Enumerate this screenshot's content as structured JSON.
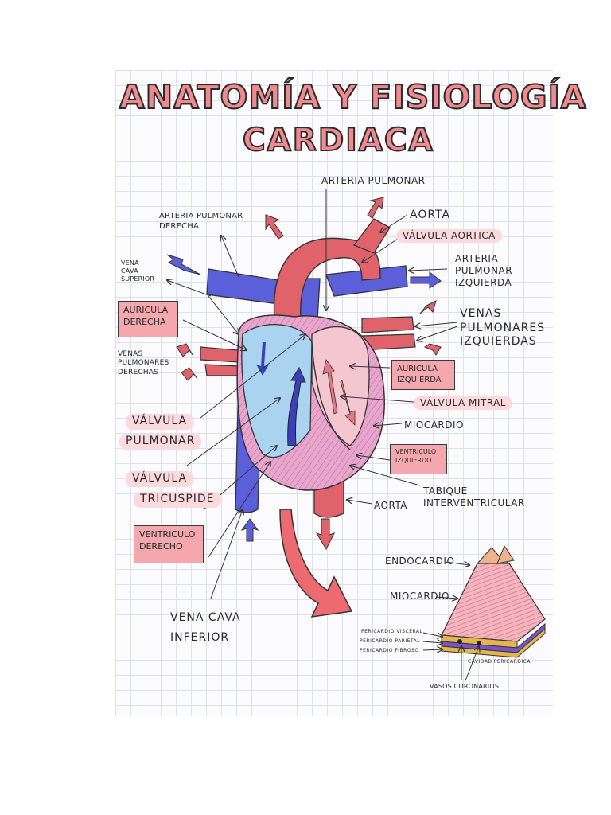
{
  "title": {
    "line1": "ANATOMÍA Y FISIOLOGÍA",
    "line2": "CARDIACA"
  },
  "labels": {
    "arteria_pulmonar": "ARTERIA PULMONAR",
    "aorta_top": "AORTA",
    "valvula_aortica": "VÁLVULA AORTICA",
    "arteria_pulmonar_izquierda": "ARTERIA\nPULMONAR\nIZQUIERDA",
    "venas_pulmonares_izquierdas": "VENAS\nPULMONARES\nIZQUIERDAS",
    "auricula_izquierda": "AURICULA\nIZQUIERDA",
    "valvula_mitral": "VÁLVULA MITRAL",
    "miocardio": "MIOCARDIO",
    "ventriculo_izquierdo": "VENTRICULO\nIZQUIERDO",
    "tabique": "TABIQUE\nINTERVENTRICULAR",
    "aorta_bottom": "AORTA",
    "arteria_pulmonar_derecha": "ARTERIA PULMONAR\nDERECHA",
    "vena_cava_superior": "VENA\nCAVA\nSUPERIOR",
    "auricula_derecha": "AURICULA\nDERECHA",
    "venas_pulmonares_derechas": "VENAS\nPULMONARES\nDERECHAS",
    "valvula_pulmonar_1": "VÁLVULA",
    "valvula_pulmonar_2": "PULMONAR",
    "valvula_tricuspide_1": "VÁLVULA",
    "valvula_tricuspide_2": "TRICUSPIDE",
    "ventriculo_derecho": "VENTRICULO\nDERECHO",
    "vena_cava_inferior": "VENA CAVA\nINFERIOR",
    "endocardio": "ENDOCARDIO",
    "miocardio_layer": "MIOCARDIO",
    "pericardio_visceral": "PERICARDIO VISCERAL",
    "pericardio_parietal": "PERICARDIO PARIETAL",
    "pericardio_fibroso": "PERICARDIO FIBROSO",
    "cavidad_pericardica": "CAVIDAD PERICARDICA",
    "vasos_coronarios": "VASOS CORONARIOS"
  },
  "colors": {
    "artery_red": "#e0636b",
    "vein_blue": "#5b5fd9",
    "atrium_blue": "#a9d3ef",
    "left_pink": "#f3c6d0",
    "myocardium": "#e7a3c9",
    "label_box": "#f4a8ae",
    "highlight": "#fbd9dc",
    "title_fill": "#ef8a8f"
  }
}
